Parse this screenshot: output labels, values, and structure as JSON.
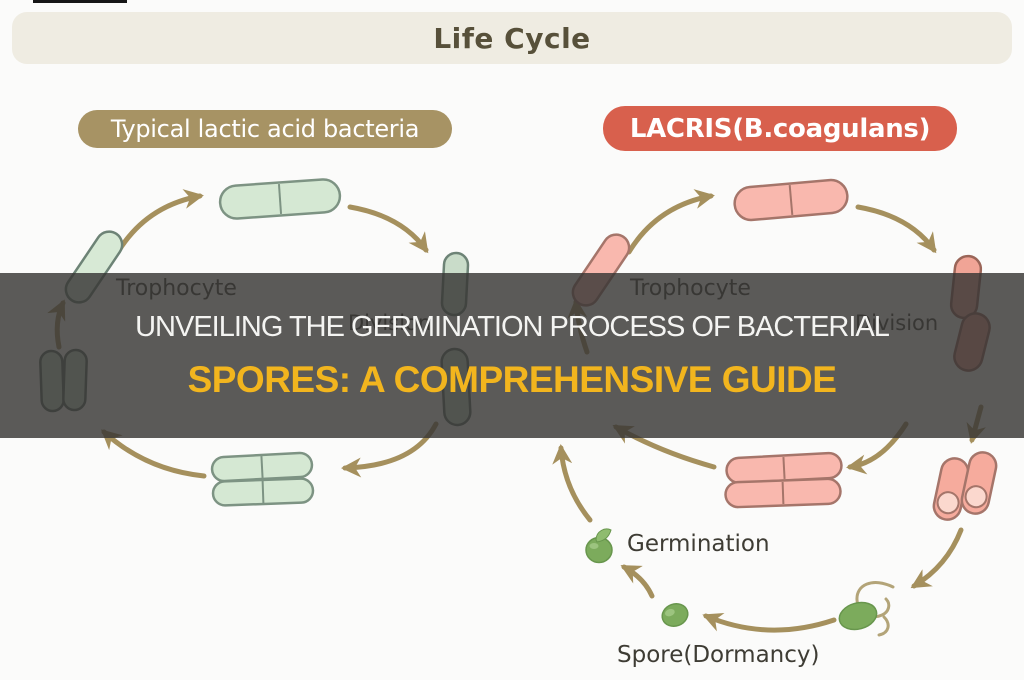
{
  "header": {
    "title": "Life Cycle"
  },
  "banner": {
    "line1": "UNVEILING THE GERMINATION PROCESS OF BACTERIAL",
    "line2": "SPORES: A COMPREHENSIVE GUIDE",
    "text_color": "#f4f4f2",
    "accent_color": "#f2b51e",
    "background": "rgba(55,54,52,0.82)"
  },
  "groups": {
    "left": {
      "label": "Typical lactic acid bacteria",
      "badge_color": "#a79364",
      "cell_fill": "#d5e8d3",
      "cell_stroke": "#7d9383",
      "stages": {
        "trophocyte": "Trophocyte",
        "division": "Division"
      }
    },
    "right": {
      "label": "LACRIS(B.coagulans)",
      "badge_color": "#d8604d",
      "cell_fill": "#f9b8ae",
      "cell_stroke": "#a5756a",
      "stages": {
        "trophocyte": "Trophocyte",
        "division": "Division",
        "germination": "Germination",
        "spore": "Spore(Dormancy)"
      }
    }
  },
  "palette": {
    "arrow": "#a5905d",
    "spore_green": "#7cab5c",
    "label_text": "#3e3c34",
    "page_background": "#fbfbfa",
    "header_background": "#efece2",
    "header_text": "#57503a"
  }
}
